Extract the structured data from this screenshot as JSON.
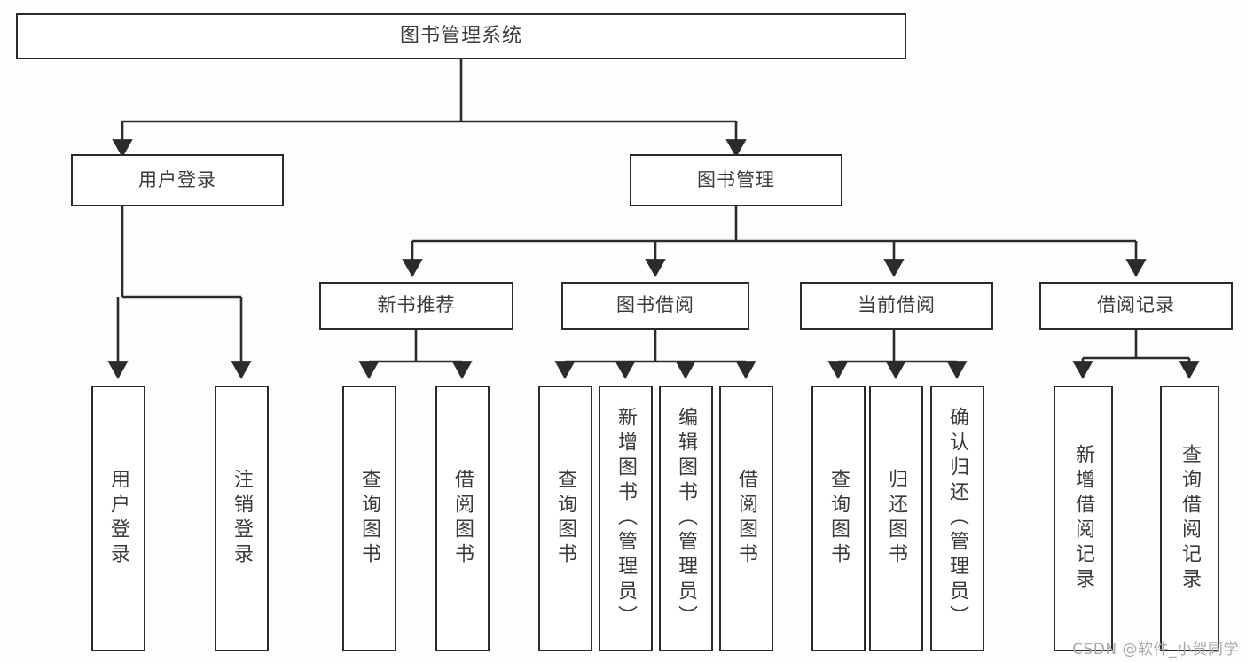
{
  "diagram": {
    "type": "tree",
    "title": "图书管理系统",
    "orientation": "top-down",
    "colors": {
      "border": "#2b2b2b",
      "box_fill": "#ffffff",
      "text": "#3a3a3a",
      "connector": "#2b2b2b",
      "background": "#fdfdfd",
      "watermark": "#a8a8a8"
    },
    "root": {
      "label": "图书管理系统"
    },
    "level1": [
      {
        "label": "用户登录"
      },
      {
        "label": "图书管理"
      }
    ],
    "level2": [
      {
        "label": "新书推荐"
      },
      {
        "label": "图书借阅"
      },
      {
        "label": "当前借阅"
      },
      {
        "label": "借阅记录"
      }
    ],
    "leaves": {
      "user_login": [
        {
          "label": "用户登录"
        },
        {
          "label": "注销登录"
        }
      ],
      "new_book_recommend": [
        {
          "label": "查询图书"
        },
        {
          "label": "借阅图书"
        }
      ],
      "book_borrow": [
        {
          "label": "查询图书"
        },
        {
          "label": "新增图书（管理员）"
        },
        {
          "label": "编辑图书（管理员）"
        },
        {
          "label": "借阅图书"
        }
      ],
      "current_borrow": [
        {
          "label": "查询图书"
        },
        {
          "label": "归还图书"
        },
        {
          "label": "确认归还（管理员）"
        }
      ],
      "borrow_record": [
        {
          "label": "新增借阅记录"
        },
        {
          "label": "查询借阅记录"
        }
      ]
    }
  },
  "watermark": {
    "text": "CSDN @软件_小贺同学"
  }
}
